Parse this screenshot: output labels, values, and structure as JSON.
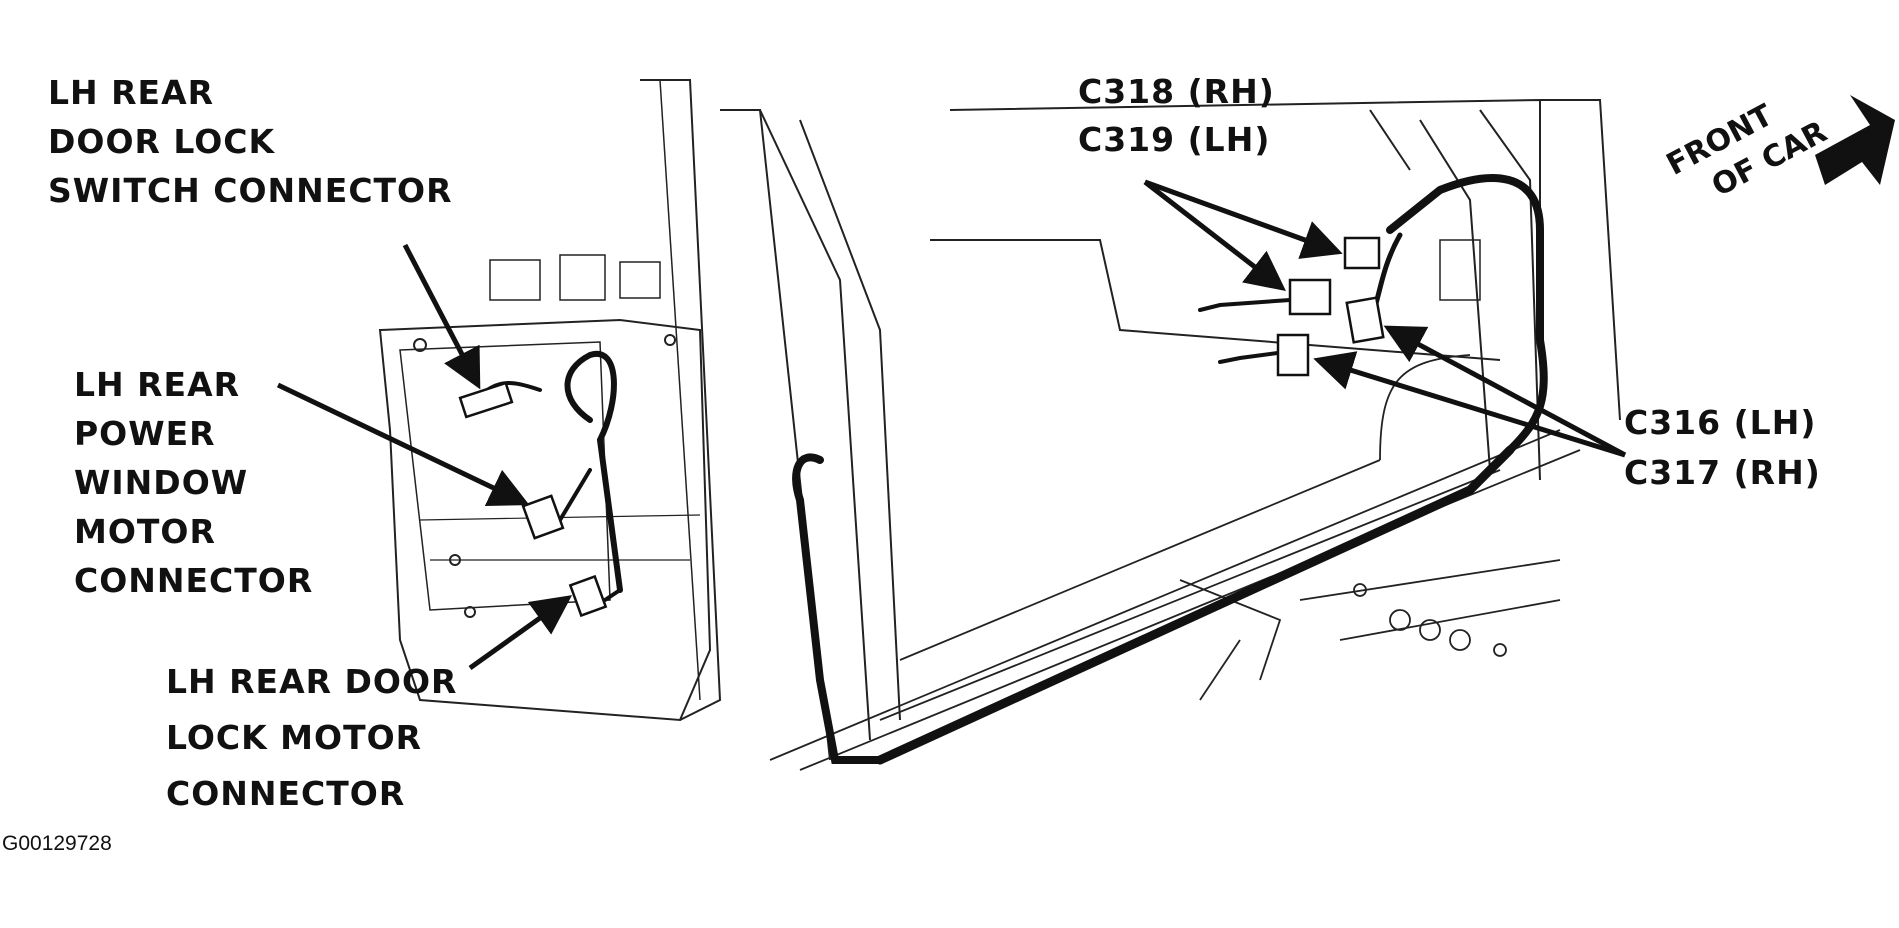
{
  "labels": {
    "switch_connector": [
      "LH REAR",
      "DOOR LOCK",
      "SWITCH CONNECTOR"
    ],
    "window_motor": [
      "LH REAR",
      "POWER",
      "WINDOW",
      "MOTOR",
      "CONNECTOR"
    ],
    "lock_motor": [
      "LH REAR DOOR",
      "LOCK MOTOR",
      "CONNECTOR"
    ],
    "c318_c319": [
      "C318 (RH)",
      "C319 (LH)"
    ],
    "c316_c317": [
      "C316 (LH)",
      "C317 (RH)"
    ],
    "front_of_car": [
      "FRONT",
      "OF CAR"
    ]
  },
  "figure_id": "G00129728",
  "colors": {
    "ink": "#111111",
    "background": "#ffffff"
  }
}
